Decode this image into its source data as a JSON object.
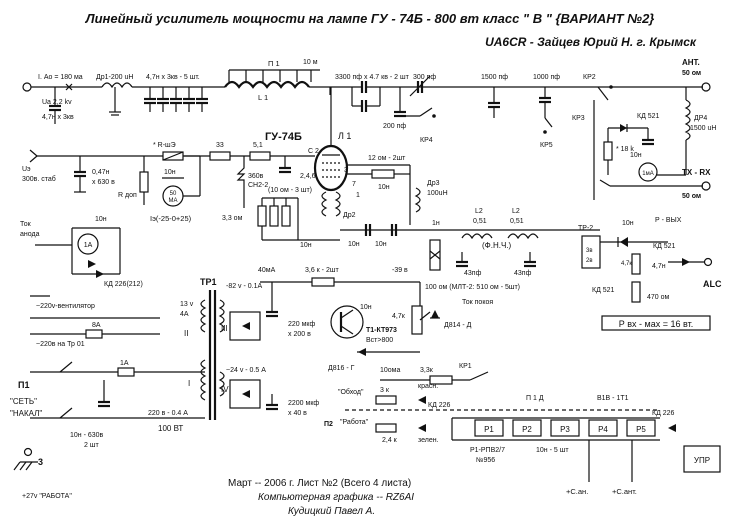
{
  "title": "Линейный  усилитель  мощности  на  лампе  ГУ - 74Б - 800 вт класс  \" В \" {ВАРИАНТ №2}",
  "author": "UA6CR - Зайцев Юрий Н. г. Крымск",
  "labels": {
    "ia": "I. Ао = 180 ма",
    "dr1": "Др1-200 uH",
    "c_4x3": "4,7н х 3кв - 5 шт.",
    "p1": "П 1",
    "l1": "L 1",
    "m10": "10 м",
    "c3300": "3300 пф х 4.7 кв - 2 шт",
    "c300": "300 пф",
    "c1500": "1500 пф",
    "c1000": "1000 пф",
    "kp2": "КР2",
    "ant": "АНТ.",
    "ant50": "50 ом",
    "ua": "Ua 2,2 kv",
    "c47x3": "4,7н х 3кв",
    "c200": "200 пф",
    "kp4": "КР4",
    "kp5": "КР5",
    "kp3": "КР3",
    "kd521a": "КД 521",
    "dr4": "ДР4",
    "dr4v": "1500 uH",
    "k18": "* 18 k",
    "c10n_a": "10н",
    "ma1": "1мА",
    "txrx": "TX - RX",
    "txrx50": "50 ом",
    "gu74": "ГУ-74Б",
    "l1t": "Л 1",
    "c2": "С 2",
    "r12": "12 ом - 2шт",
    "c10n_b": "10н",
    "dr3": "Др3",
    "dr3v": "100uH",
    "ue": "Uэ",
    "ue300": "300в. стаб",
    "c047": "0,47н",
    "x630": "х 630 в",
    "rdop": "R доп",
    "rshe": "* R-шЭ",
    "r33": "33",
    "r51": "5,1",
    "sn2": "360в",
    "sn2b": "СН2-2",
    "pins": "2,4,6",
    "p10x3": "(10 ом - 3 шт)",
    "ma50a": "50",
    "ma50b": "МА",
    "ig": "Iэ(-25-0+25)",
    "r33om": "3,3 ом",
    "dr2": "Др2",
    "p3": "3",
    "p7": "7",
    "p1p": "1",
    "n1": "1н",
    "l2a": "L2",
    "l2b": "L2",
    "l051a": "0,51",
    "l051b": "0,51",
    "fnch": "(Ф.Н.Ч.)",
    "c43a": "43пф",
    "c43b": "43пф",
    "r100": "100 ом (МЛТ-2: 510 ом - 5шт)",
    "tr2": "ТР-2",
    "w3": "3в",
    "w2": "2в",
    "pvykh": "Р - ВЫХ",
    "kd521b": "КД 521",
    "kd521c": "КД 521",
    "r47a": "4,7к",
    "r47b": "4,7н",
    "r470": "470 ом",
    "alc": "ALC",
    "pvx": "Р вх - мах = 16 вт.",
    "tok_a": "Ток",
    "tok_b": "анода",
    "ma1a": "1А",
    "kd226a": "КД 226(212)",
    "tr1": "ТР1",
    "m82": "-82 v - 0.1А",
    "m40": "40мА",
    "r36": "3,6 к - 2шт",
    "v39": "-39 в",
    "toksp": "Ток покоя",
    "t1": "Т1-КТ973",
    "bst": "Вст>800",
    "d814": "Д814 - Д",
    "c220": "220 мкф",
    "c220b": "х 200 в",
    "r47": "4,7к",
    "v13": "13 v",
    "a4": "4А",
    "d816": "Д816 - Г",
    "c10oma": "10ома",
    "r33k": "3,3к",
    "kp1": "КР1",
    "vent": "~220v-вентилятор",
    "a8": "8А",
    "tr01": "~220в на Тр 01",
    "a1": "1А",
    "m24": "~24 v - 0.5 А",
    "c2200": "2200 мкф",
    "c2200b": "х 40 в",
    "obhod": "\"Обход\"",
    "rabota": "\"Работа\"",
    "r3k": "3 к",
    "kras": "красн.",
    "zel": "зелен.",
    "r24k": "2,4 к",
    "p2": "П2",
    "kd226b": "КД 226",
    "p1d": "П 1 Д",
    "v1b": "В1В - 1Т1",
    "r1": "Р1",
    "r2": "Р2",
    "r3": "Р3",
    "r4": "Р4",
    "r5": "Р5",
    "rpv": "Р1-РПВ2/7",
    "n956": "№956",
    "c10x5": "10н - 5 шт",
    "kd226c": "КД 226",
    "upr": "УПР",
    "can": "+С.ан.",
    "cant": "+С.ант.",
    "p1s": "П1",
    "set": "\"СЕТЬ\"",
    "nakal": "\"НАКАЛ\"",
    "v220": "220 в - 0.4 А",
    "vt100": "100 ВТ",
    "c10n630": "10н - 630в",
    "sht2": "2 шт",
    "gnd3": "3",
    "rab27": "+27v \"РАБОТА\"",
    "roman1": "I",
    "roman2": "II",
    "roman3": "III",
    "roman4": "IV",
    "date": "Март -- 2006 г. Лист №2 (Всего 4 листа)",
    "graph": "Компьютерная графика -- RZ6AI",
    "kudi": "Кудицкий  Павел  А."
  }
}
